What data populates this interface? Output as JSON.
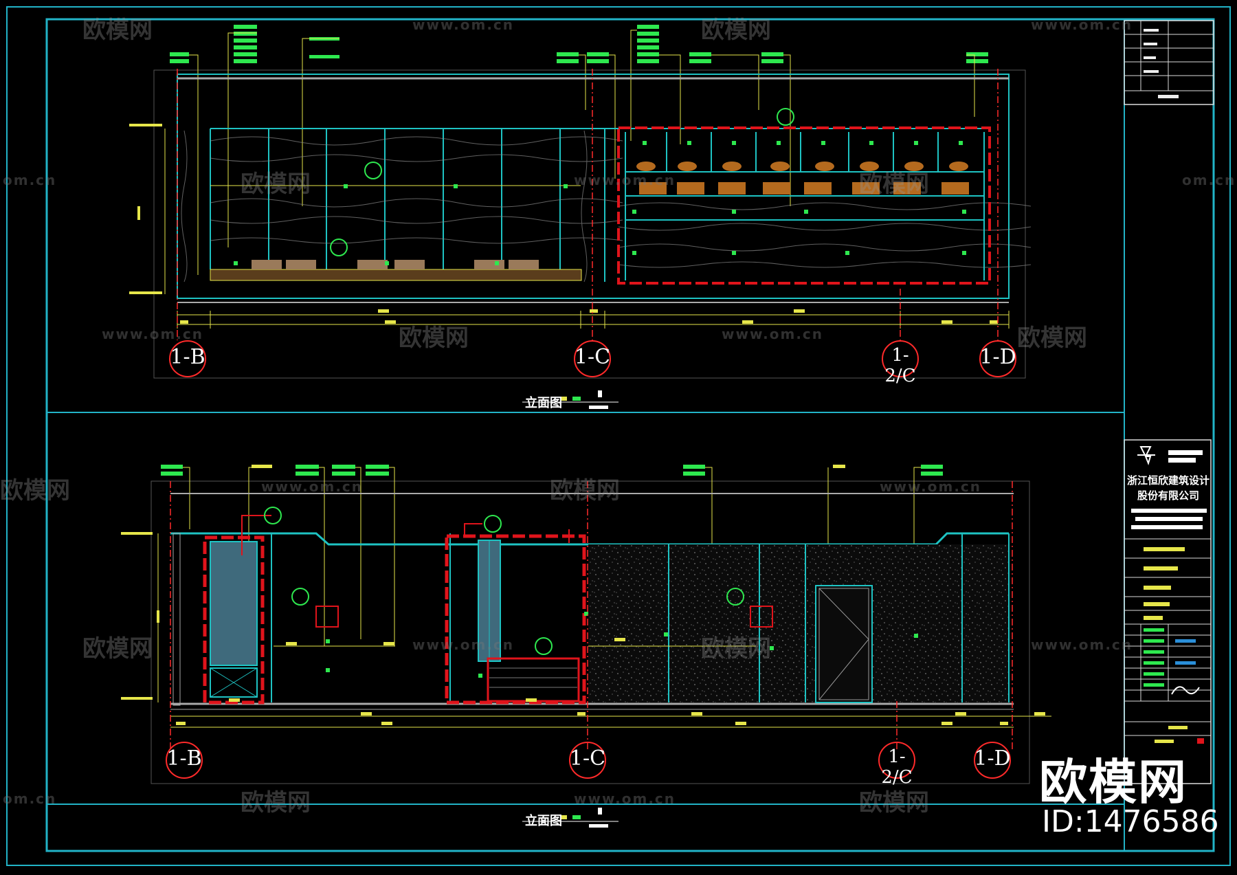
{
  "watermark": {
    "brand": "欧模网",
    "url": "www.om.cn",
    "url_fragment": "om.cn",
    "id": "ID:1476586"
  },
  "elevations": [
    {
      "caption": "立面图",
      "axis_labels": [
        "1-B",
        "1-C",
        "1-2/C",
        "1-D"
      ]
    },
    {
      "caption": "立面图",
      "axis_labels": [
        "1-B",
        "1-C",
        "1-2/C",
        "1-D"
      ]
    }
  ],
  "title_block": {
    "company_line1": "浙江恒欣建筑设计",
    "company_line2": "股份有限公司"
  },
  "colors": {
    "frame": "#22b3c7",
    "wall": "#1ec3c3",
    "annotation": "#2ee84f",
    "marker": "#e0141b",
    "dim": "#e6e64a",
    "axis": "#ff2a2a"
  }
}
